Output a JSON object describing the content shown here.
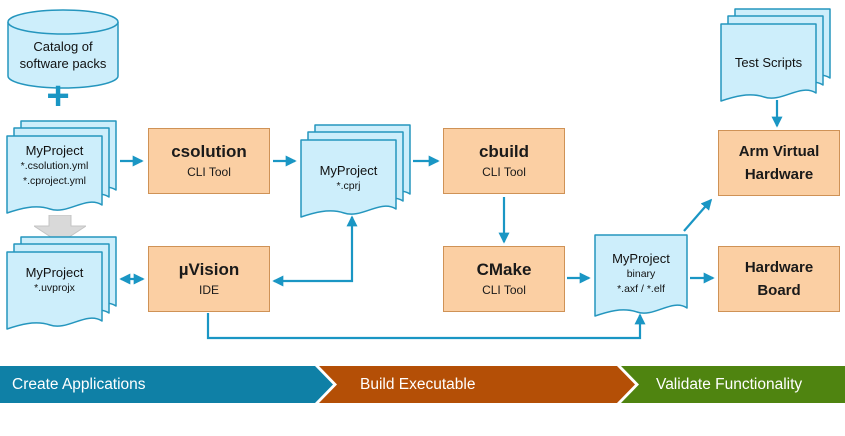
{
  "nodes": {
    "catalog": {
      "line1": "Catalog of",
      "line2": "software packs"
    },
    "plus": "+",
    "project_yml": {
      "title": "MyProject",
      "file1": "*.csolution.yml",
      "file2": "*.cproject.yml"
    },
    "project_uvprojx": {
      "title": "MyProject",
      "file1": "*.uvprojx"
    },
    "project_cprj": {
      "title": "MyProject",
      "file1": "*.cprj"
    },
    "binary": {
      "title": "MyProject",
      "sub": "binary",
      "file": "*.axf / *.elf"
    },
    "test_scripts": {
      "title": "Test Scripts"
    },
    "csolution": {
      "title": "csolution",
      "subtitle": "CLI Tool"
    },
    "cbuild": {
      "title": "cbuild",
      "subtitle": "CLI Tool"
    },
    "cmake": {
      "title": "CMake",
      "subtitle": "CLI Tool"
    },
    "uvision": {
      "title": "µVision",
      "subtitle": "IDE"
    },
    "avh": {
      "line1": "Arm Virtual",
      "line2": "Hardware"
    },
    "hardware_board": {
      "line1": "Hardware",
      "line2": "Board"
    }
  },
  "phases": {
    "create": {
      "label": "Create Applications"
    },
    "build": {
      "label": "Build Executable"
    },
    "validate": {
      "label": "Validate Functionality"
    }
  },
  "colors": {
    "document_fill": "#cdeefb",
    "outline_teal": "#2596be",
    "arrow_teal": "#1a96c4",
    "tool_box_fill": "#fbcfa3",
    "gray_arrow": "#d9d9d9",
    "phase_create": "#0f80a6",
    "phase_build": "#b44f06",
    "phase_validate": "#4f8410"
  }
}
